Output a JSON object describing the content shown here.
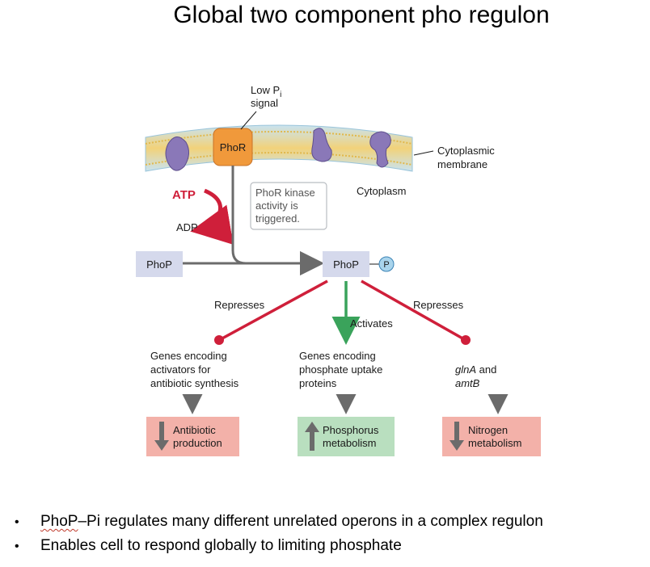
{
  "title": "Global two component pho regulon",
  "diagram": {
    "signal": {
      "line1": "Low P",
      "sub": "i",
      "line2": "signal"
    },
    "phor_label": "PhoR",
    "membrane_label_1": "Cytoplasmic",
    "membrane_label_2": "membrane",
    "cytoplasm_label": "Cytoplasm",
    "atp": "ATP",
    "adp": "ADP",
    "kinase_note": [
      "PhoR kinase",
      "activity is",
      "triggered."
    ],
    "phop_left": "PhoP",
    "phop_right": "PhoP",
    "phospho": "P",
    "represses_left": "Represses",
    "activates": "Activates",
    "represses_right": "Represses",
    "targets": [
      {
        "lines": [
          "Genes encoding",
          "activators for",
          "antibiotic synthesis"
        ],
        "outcome": [
          "Antibiotic",
          "production"
        ],
        "direction": "down",
        "color": "#f3b1a9"
      },
      {
        "lines": [
          "Genes encoding",
          "phosphate uptake",
          "proteins"
        ],
        "outcome": [
          "Phosphorus",
          "metabolism"
        ],
        "direction": "up",
        "color": "#b9dfbf"
      },
      {
        "lines_italic": [
          "glnA",
          "amtB"
        ],
        "and_text": "and",
        "outcome": [
          "Nitrogen",
          "metabolism"
        ],
        "direction": "down",
        "color": "#f3b1a9"
      }
    ],
    "colors": {
      "repress": "#cf1f3a",
      "activate": "#3aa35b",
      "arrow_gray": "#6b6b6b",
      "phop_box": "#d5d9ec",
      "phor": "#f0993b",
      "protein": "#8a78b8"
    }
  },
  "bullets": [
    {
      "squiggle": "PhoP",
      "text": "–Pi regulates many different unrelated operons in a complex regulon"
    },
    {
      "text": "Enables cell to respond globally to limiting phosphate"
    }
  ]
}
